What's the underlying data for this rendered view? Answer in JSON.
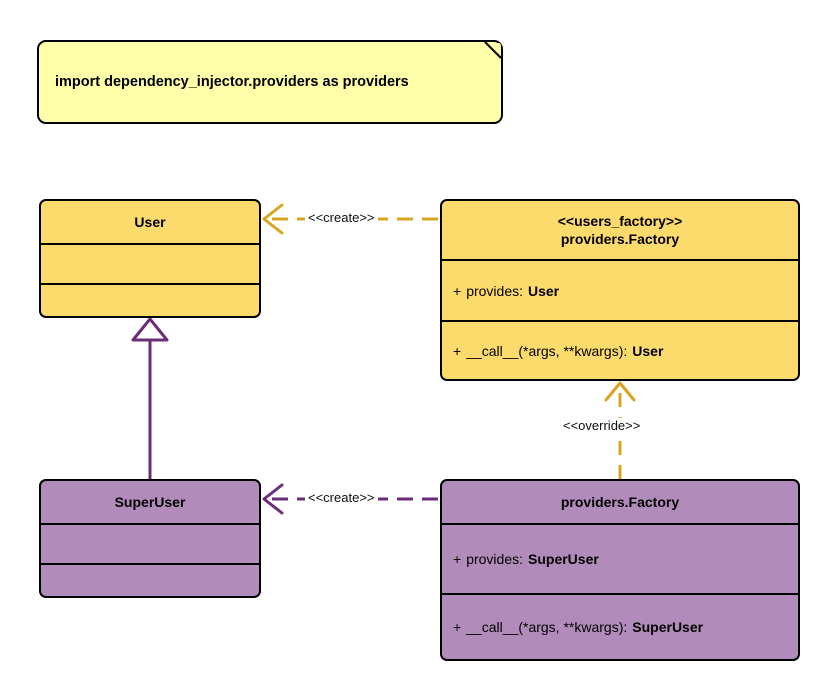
{
  "diagram": {
    "type": "uml-class-diagram",
    "background": "#ffffff",
    "colors": {
      "gold_fill": "#fcda6b",
      "gold_line": "#d9a520",
      "purple_fill": "#b18cbb",
      "purple_line": "#6b2d7a",
      "note_fill": "#ffffaa",
      "outline": "#000000",
      "text": "#000000"
    }
  },
  "note": {
    "text": "import dependency_injector.providers as providers"
  },
  "classes": {
    "user": {
      "stereotype": "",
      "name": "User",
      "attributes": [],
      "methods": [],
      "fill": "#fcda6b"
    },
    "users_factory": {
      "stereotype": "<<users_factory>>",
      "name": "providers.Factory",
      "attributes": [
        {
          "visibility": "+",
          "label": "provides:",
          "value": "User"
        }
      ],
      "methods": [
        {
          "visibility": "+",
          "label": "__call__(*args, **kwargs):",
          "value": "User"
        }
      ],
      "fill": "#fcda6b"
    },
    "super_user": {
      "stereotype": "",
      "name": "SuperUser",
      "attributes": [],
      "methods": [],
      "fill": "#b18cbb"
    },
    "providers_factory": {
      "stereotype": "",
      "name": "providers.Factory",
      "attributes": [
        {
          "visibility": "+",
          "label": "provides:",
          "value": "SuperUser"
        }
      ],
      "methods": [
        {
          "visibility": "+",
          "label": "__call__(*args, **kwargs):",
          "value": "SuperUser"
        }
      ],
      "fill": "#b18cbb"
    }
  },
  "edges": {
    "create_user": {
      "label": "<<create>>",
      "from": "users_factory",
      "to": "user",
      "style": "dashed",
      "arrow": "open",
      "color": "#d9a520"
    },
    "create_super_user": {
      "label": "<<create>>",
      "from": "providers_factory",
      "to": "super_user",
      "style": "dashed",
      "arrow": "open",
      "color": "#6b2d7a"
    },
    "override": {
      "label": "<<override>>",
      "from": "providers_factory",
      "to": "users_factory",
      "style": "dashed",
      "arrow": "open",
      "color": "#d9a520"
    },
    "generalization": {
      "label": "",
      "from": "super_user",
      "to": "user",
      "style": "solid",
      "arrow": "hollow-triangle",
      "color": "#6b2d7a"
    }
  }
}
